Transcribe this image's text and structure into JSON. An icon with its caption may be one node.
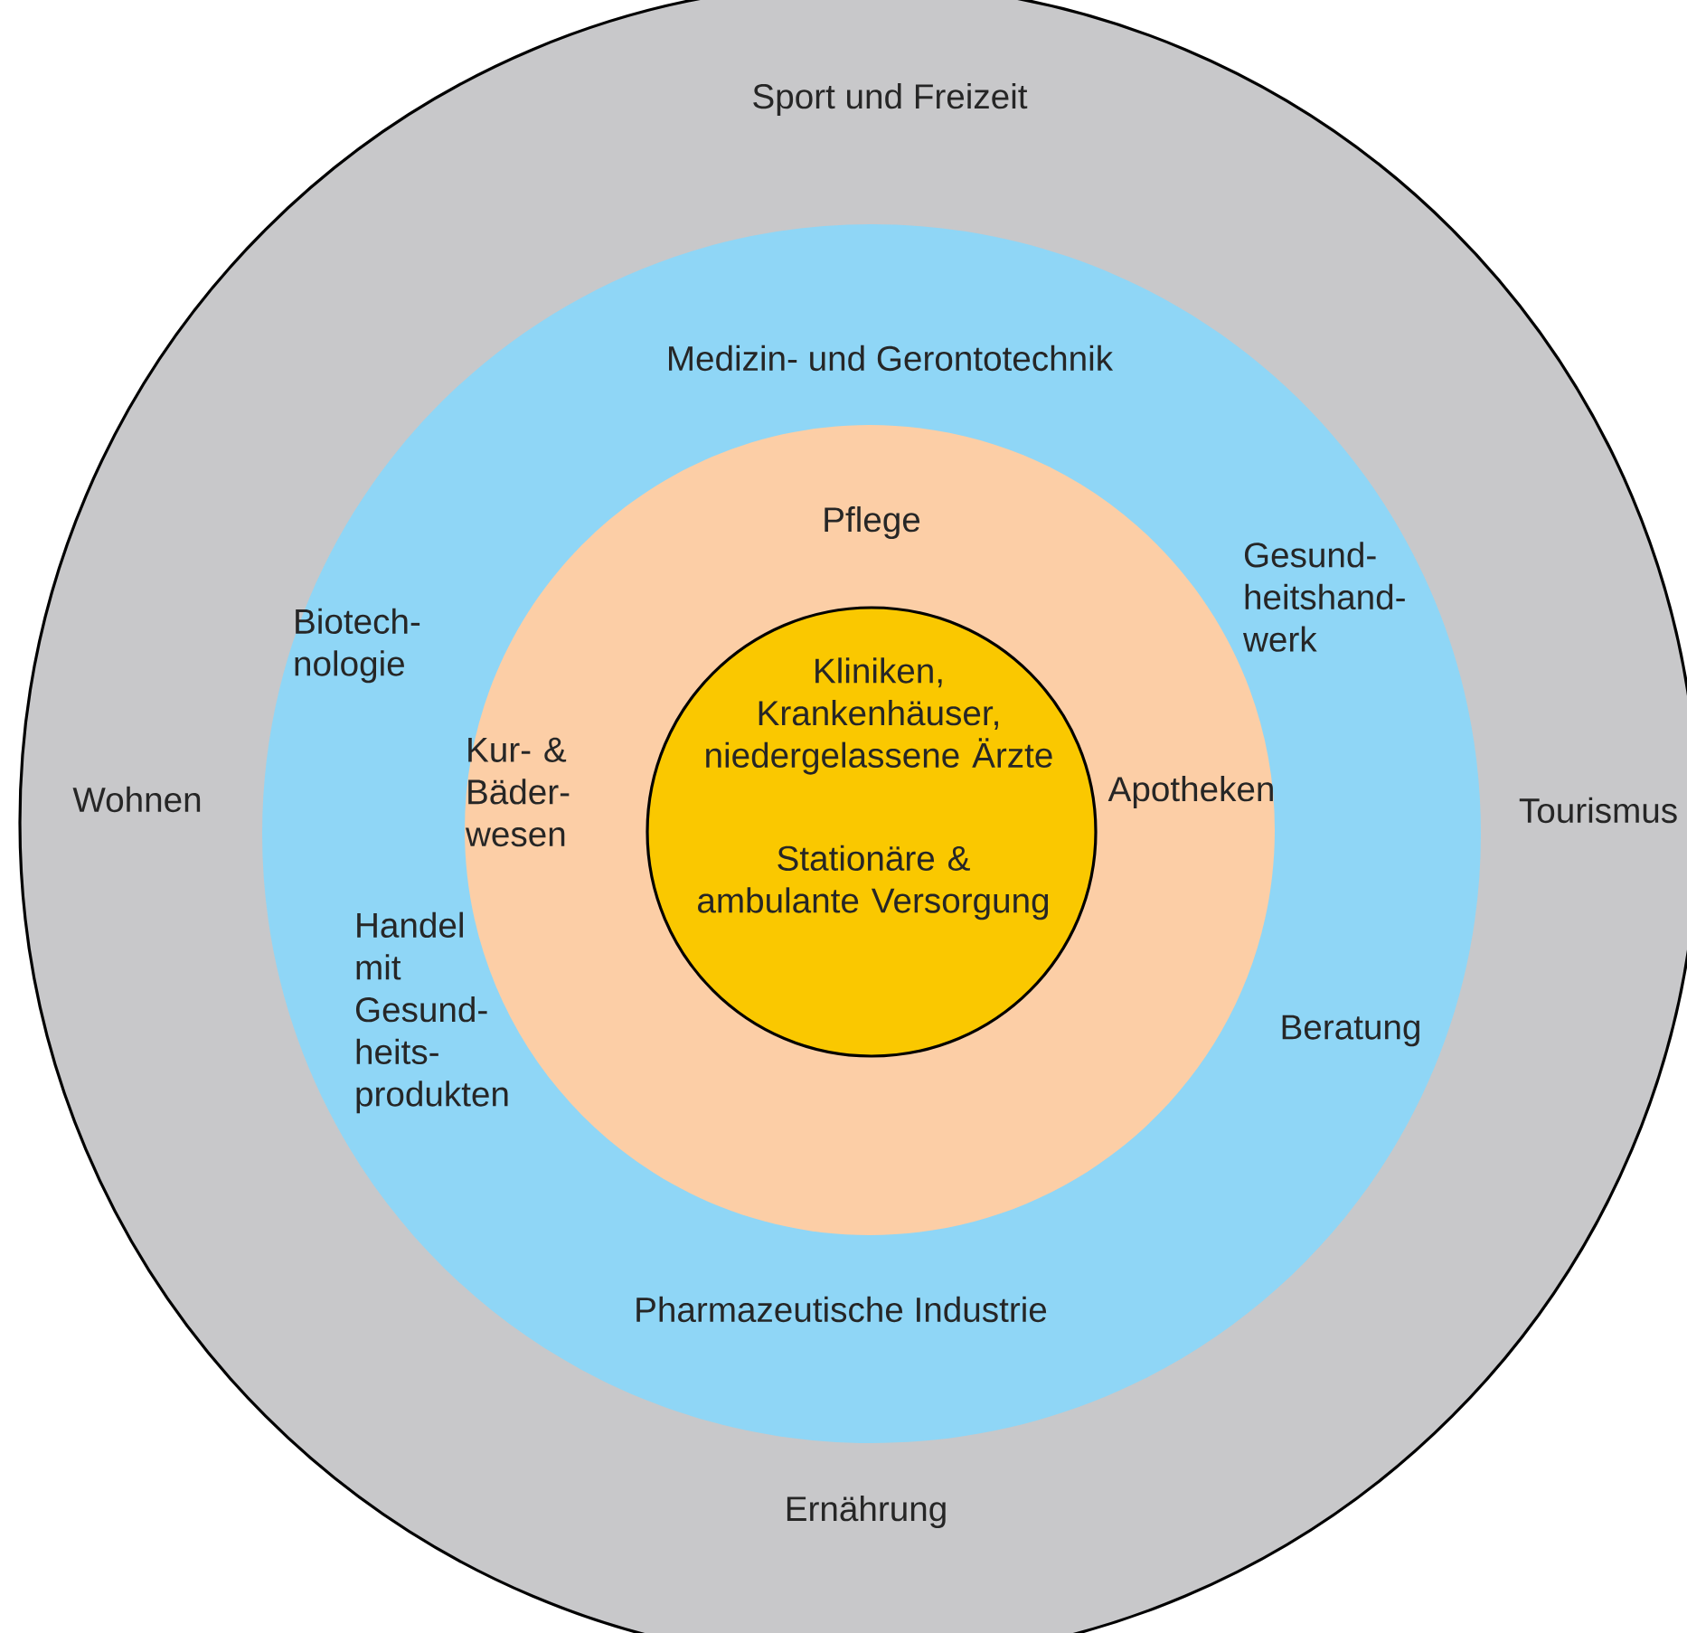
{
  "diagram": {
    "nodes": [
      {
        "text": [
          "Sport und Freizeit",
          "Wohnen",
          "Tourismus",
          "Ernährung"
        ]
      },
      {
        "text": [
          "Medizin- und Gerontotechnik",
          "Biotech- nologie",
          "Gesund- heitshand- werk",
          "Handel mit Gesund- heits- produkten",
          "Beratung",
          "Pharmazeutische Industrie"
        ],
        "in": 0
      },
      {
        "text": [
          "Pflege",
          "Kur- & Bäder- wesen",
          "Apotheken"
        ],
        "in": 1
      },
      {
        "text": [
          "Kliniken, Krankenhäuser, niedergelassene Ärzte",
          "Stationäre & ambulante Versorgung"
        ],
        "in": 2
      }
    ]
  }
}
